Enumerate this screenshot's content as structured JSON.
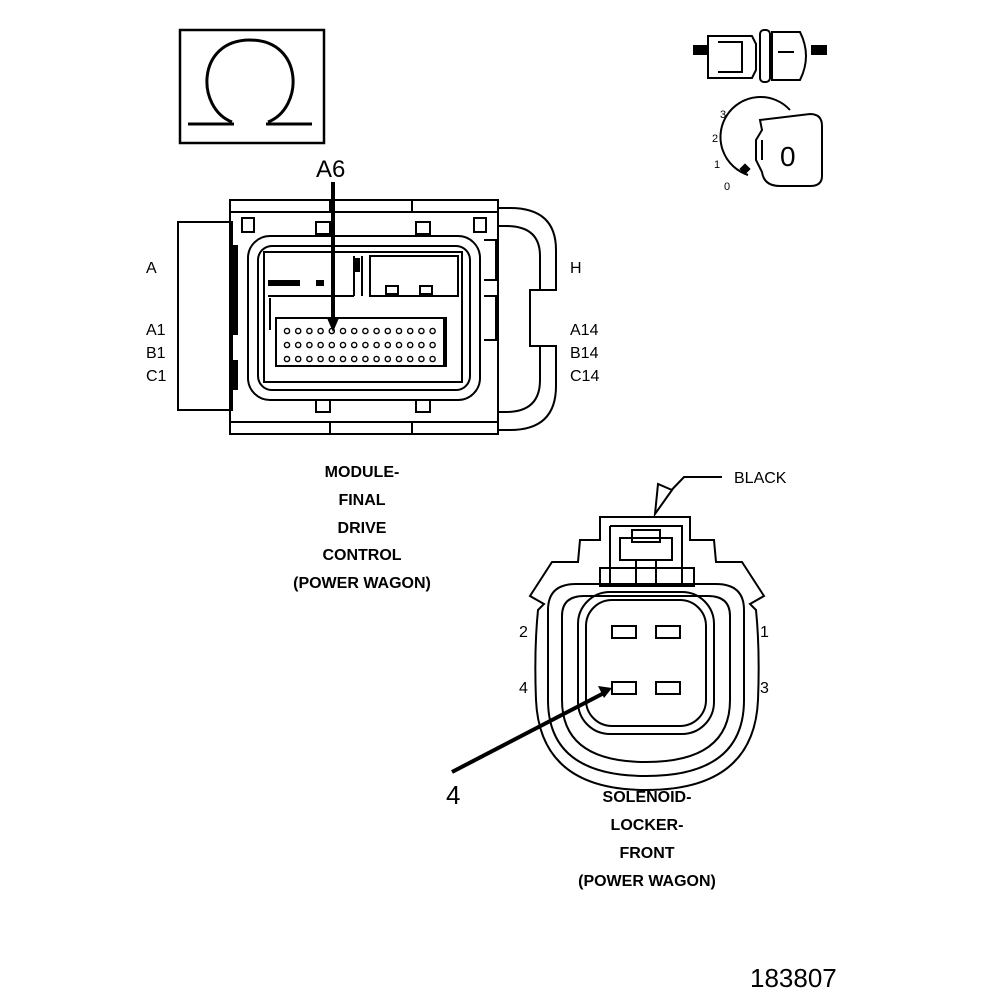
{
  "ohm_symbol": {
    "icon": "omega-ohm-icon"
  },
  "ignition_key": {
    "icon": "ignition-key-icon",
    "positions": [
      "3",
      "2",
      "1",
      "0"
    ],
    "key_label": "0"
  },
  "connector_icon": {
    "icon": "inline-connector-icon"
  },
  "module_connector": {
    "callout": "A6",
    "side_left": "A",
    "side_right": "H",
    "row_left": [
      "A1",
      "B1",
      "C1"
    ],
    "row_right": [
      "A14",
      "B14",
      "C14"
    ],
    "title_lines": [
      "MODULE-",
      "FINAL",
      "DRIVE",
      "CONTROL",
      "(POWER WAGON)"
    ]
  },
  "solenoid_connector": {
    "color_callout": "BLACK",
    "pin_callout": "4",
    "pins": {
      "top_left": "2",
      "top_right": "1",
      "bottom_left": "4",
      "bottom_right": "3"
    },
    "title_lines": [
      "SOLENOID-",
      "LOCKER-",
      "FRONT",
      "(POWER WAGON)"
    ]
  },
  "figure_number": "183807"
}
